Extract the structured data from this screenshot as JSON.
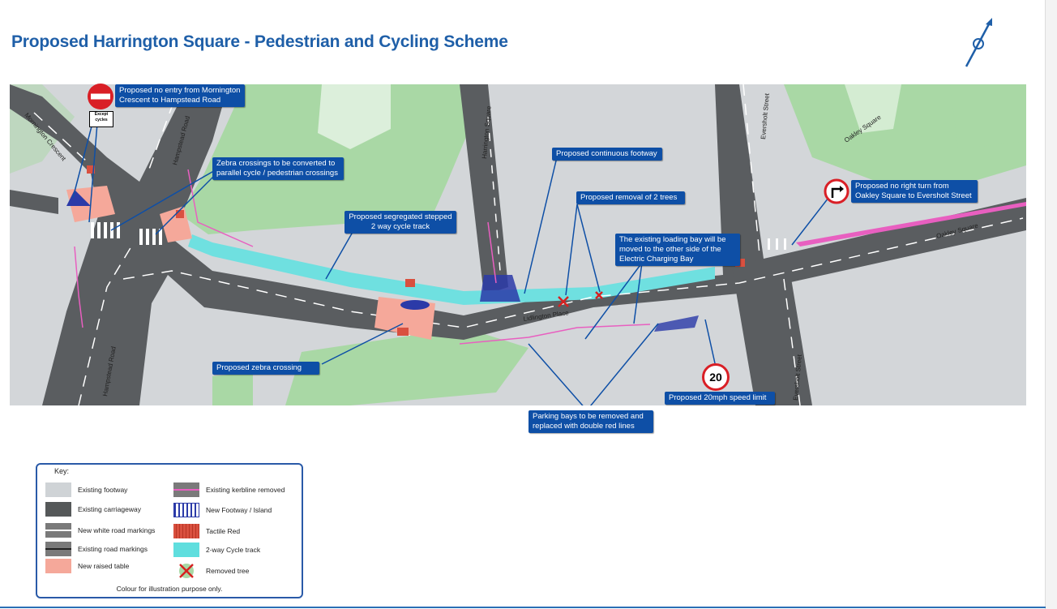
{
  "title": "Proposed Harrington Square - Pedestrian and Cycling Scheme",
  "street_labels": {
    "mornington_crescent": "Mornington Crescent",
    "hampstead_road_top": "Hampstead Road",
    "hampstead_road_bottom": "Hampstead Road",
    "harrington_square": "Harrington Square",
    "eversholt_street_top": "Eversholt Street",
    "eversholt_street_bottom": "Eversholt Street",
    "oakley_square_top": "Oakley Square",
    "oakley_square_road": "Oakley Square",
    "lidlington_place": "Lidlington Place"
  },
  "callouts": {
    "no_entry": "Proposed no entry from Mornington Crescent to Hampstead Road",
    "zebra_convert": "Zebra crossings to be converted to parallel cycle / pedestrian crossings",
    "segregated_track": "Proposed segregated stepped 2 way cycle track",
    "continuous_footway": "Proposed continuous footway",
    "tree_removal": "Proposed removal of 2 trees",
    "loading_bay": "The existing loading bay will be moved to the other side of the Electric Charging Bay",
    "no_right_turn": "Proposed no right turn from Oakley Square to Eversholt Street",
    "zebra_crossing": "Proposed zebra crossing",
    "parking_bays": "Parking bays to be removed and replaced with double red lines",
    "speed_limit": "Proposed 20mph speed limit"
  },
  "signs": {
    "speed_value": "20",
    "except_cycles": "Except cycles"
  },
  "key": {
    "title": "Key:",
    "items": [
      {
        "label": "Existing footway",
        "swatch": "existing-footway-swatch",
        "color": "#cfd3d6"
      },
      {
        "label": "Existing carriageway",
        "swatch": "existing-carriageway-swatch",
        "color": "#555859"
      },
      {
        "label": "New white road markings",
        "swatch": "new-white-markings-swatch",
        "color": "#7a7a7a"
      },
      {
        "label": "Existing road markings",
        "swatch": "existing-road-markings-swatch",
        "color": "#7a7a7a"
      },
      {
        "label": "New raised table",
        "swatch": "raised-table-swatch",
        "color": "#f5a89a"
      },
      {
        "label": "Existing kerbline removed",
        "swatch": "kerbline-removed-swatch",
        "color": "#e85fc0"
      },
      {
        "label": "New Footway / Island",
        "swatch": "new-footway-swatch",
        "color": "#2b3aa8"
      },
      {
        "label": "Tactile Red",
        "swatch": "tactile-red-swatch",
        "color": "#d9503f"
      },
      {
        "label": "2-way Cycle track",
        "swatch": "cycle-track-swatch",
        "color": "#5fdede"
      },
      {
        "label": "Removed tree",
        "swatch": "removed-tree-swatch",
        "color": "#d62020"
      }
    ],
    "note": "Colour for illustration purpose only."
  }
}
